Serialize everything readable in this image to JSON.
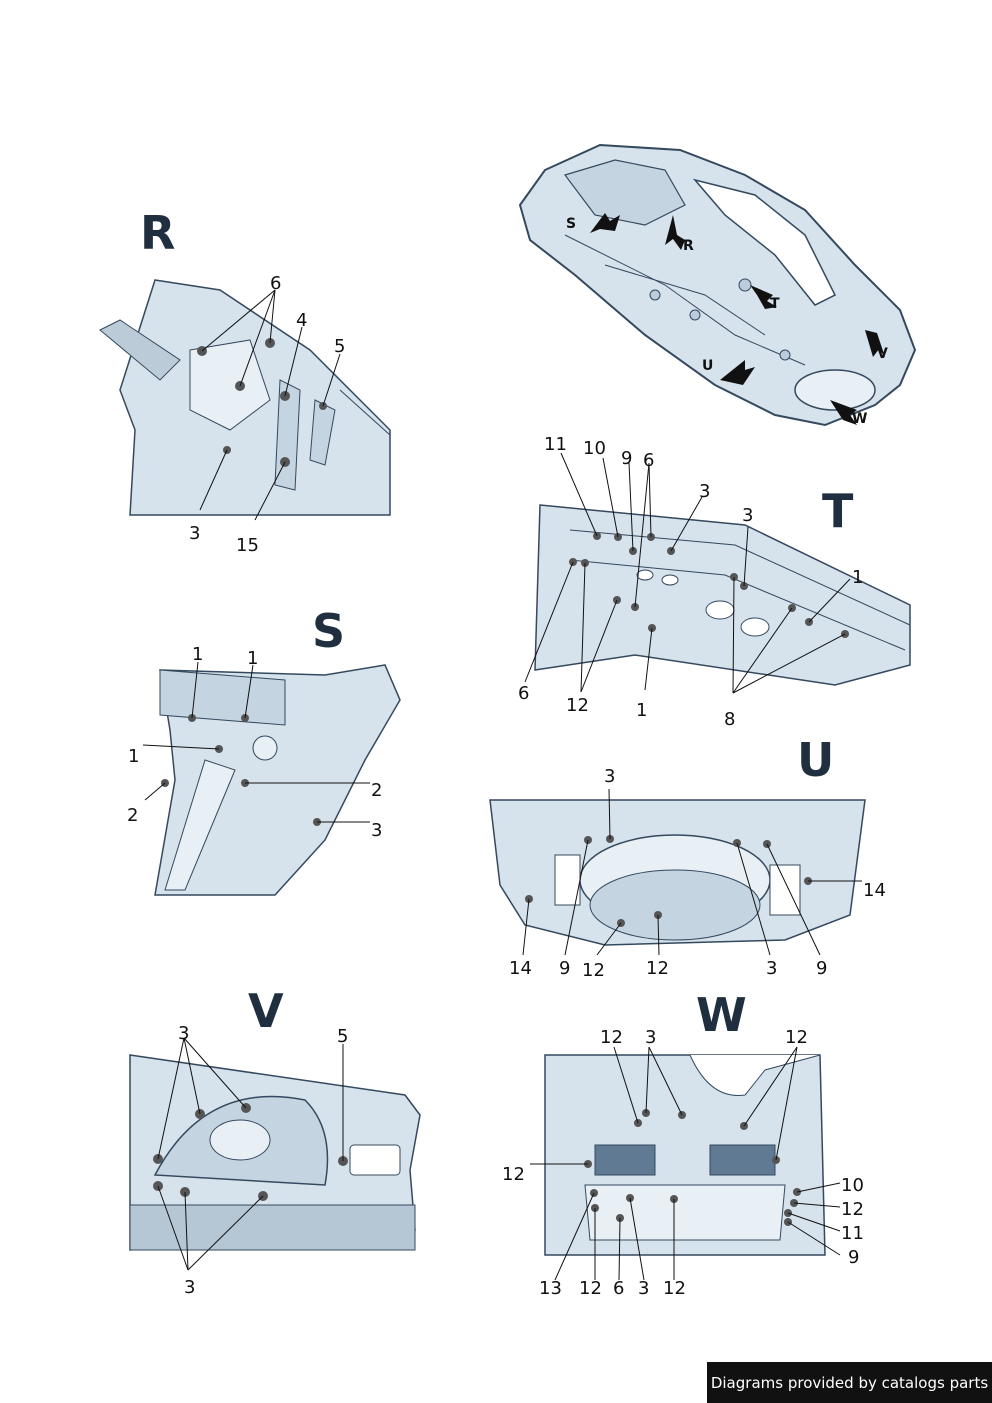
{
  "views": {
    "R": {
      "letter": "R",
      "callouts": [
        "6",
        "4",
        "5",
        "3",
        "15"
      ]
    },
    "S": {
      "letter": "S",
      "callouts": [
        "1",
        "1",
        "1",
        "2",
        "2",
        "3"
      ]
    },
    "T": {
      "letter": "T",
      "callouts": [
        "11",
        "10",
        "9",
        "6",
        "3",
        "3",
        "1",
        "6",
        "12",
        "1",
        "8"
      ]
    },
    "U": {
      "letter": "U",
      "callouts": [
        "3",
        "14",
        "14",
        "9",
        "12",
        "12",
        "3",
        "9"
      ]
    },
    "V": {
      "letter": "V",
      "callouts": [
        "3",
        "5",
        "3"
      ]
    },
    "W": {
      "letter": "W",
      "callouts": [
        "12",
        "3",
        "12",
        "12",
        "10",
        "12",
        "11",
        "9",
        "13",
        "12",
        "6",
        "3",
        "12"
      ]
    }
  },
  "car_overview": {
    "arrows": [
      "S",
      "R",
      "T",
      "U",
      "V",
      "W"
    ]
  },
  "credit": "Diagrams provided by catalogs parts",
  "colors": {
    "body_fill": "#d6e2ec",
    "body_stroke": "#34495e",
    "label": "#1f2f3f"
  }
}
